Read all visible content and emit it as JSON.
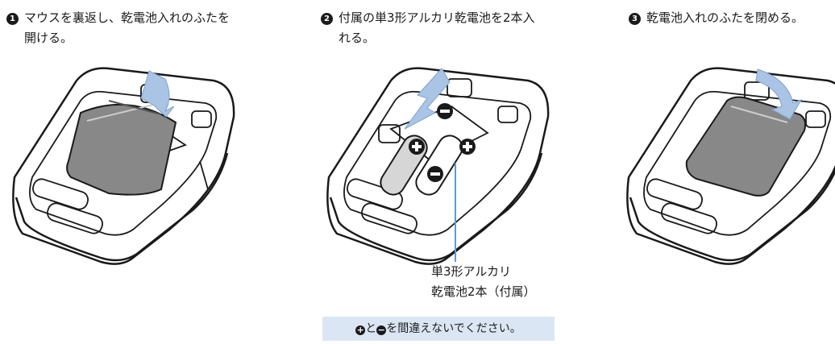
{
  "steps": [
    {
      "number": "1",
      "line1": "マウスを裏返し、乾電池入れのふたを",
      "line2": "開ける。"
    },
    {
      "number": "2",
      "line1": "付属の単3形アルカリ乾電池を2本入",
      "line2": "れる。"
    },
    {
      "number": "3",
      "line1": "乾電池入れのふたを閉める。",
      "line2": ""
    }
  ],
  "callout": {
    "line1": "単3形アルカリ",
    "line2": "乾電池2本（付属）"
  },
  "note": {
    "plus_symbol": "+",
    "minus_symbol": "−",
    "text1": "と",
    "text2": "を間違えないでください。"
  },
  "colors": {
    "arrow": "#a9c4e4",
    "callout_line": "#5b9bd5",
    "note_bg": "#dbe6f4"
  }
}
